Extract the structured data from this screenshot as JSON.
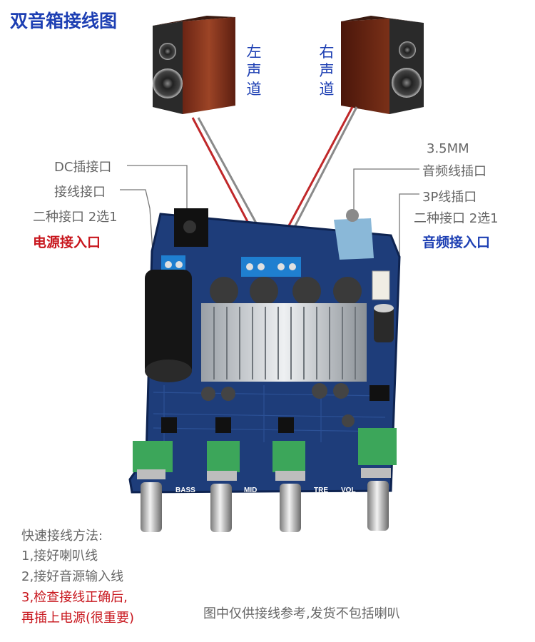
{
  "title": "双音箱接线图",
  "speakers": {
    "left_label": "左声道",
    "right_label": "右声道"
  },
  "power": {
    "dc_label": "DC插接口",
    "terminal_label": "接线接口",
    "choice_label": "二种接口 2选1",
    "section_label": "电源接入口"
  },
  "audio": {
    "jack_label_1": "3.5MM",
    "jack_label_2": "音频线插口",
    "p3_label": "3P线插口",
    "choice_label": "二种接口 2选1",
    "section_label": "音频接入口"
  },
  "board_labels": [
    "BASS",
    "MID",
    "TRE",
    "VOL"
  ],
  "instructions": {
    "heading": "快速接线方法:",
    "step1": "1,接好喇叭线",
    "step2": "2,接好音源输入线",
    "step3a": "3,检查接线正确后,",
    "step3b": "再插上电源(很重要)"
  },
  "note": "图中仅供接线参考,发货不包括喇叭",
  "colors": {
    "title_blue": "#1d3fb3",
    "warning_red": "#c8161d",
    "text_gray": "#666666",
    "board_blue": "#1e3d7a",
    "wire_red": "#c0282a"
  }
}
